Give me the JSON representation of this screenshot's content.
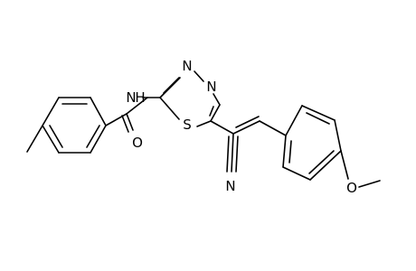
{
  "structure": {
    "atoms": {
      "amide_n": "N",
      "amide_h": "H",
      "amide_o": "O",
      "thiadiazole_n3": "N",
      "thiadiazole_n4": "N",
      "thiadiazole_s": "S",
      "nitrile_n": "N",
      "methoxy_o": "O"
    }
  },
  "colors": {
    "bond": "#000000",
    "label": "#000000",
    "background": "#ffffff"
  }
}
